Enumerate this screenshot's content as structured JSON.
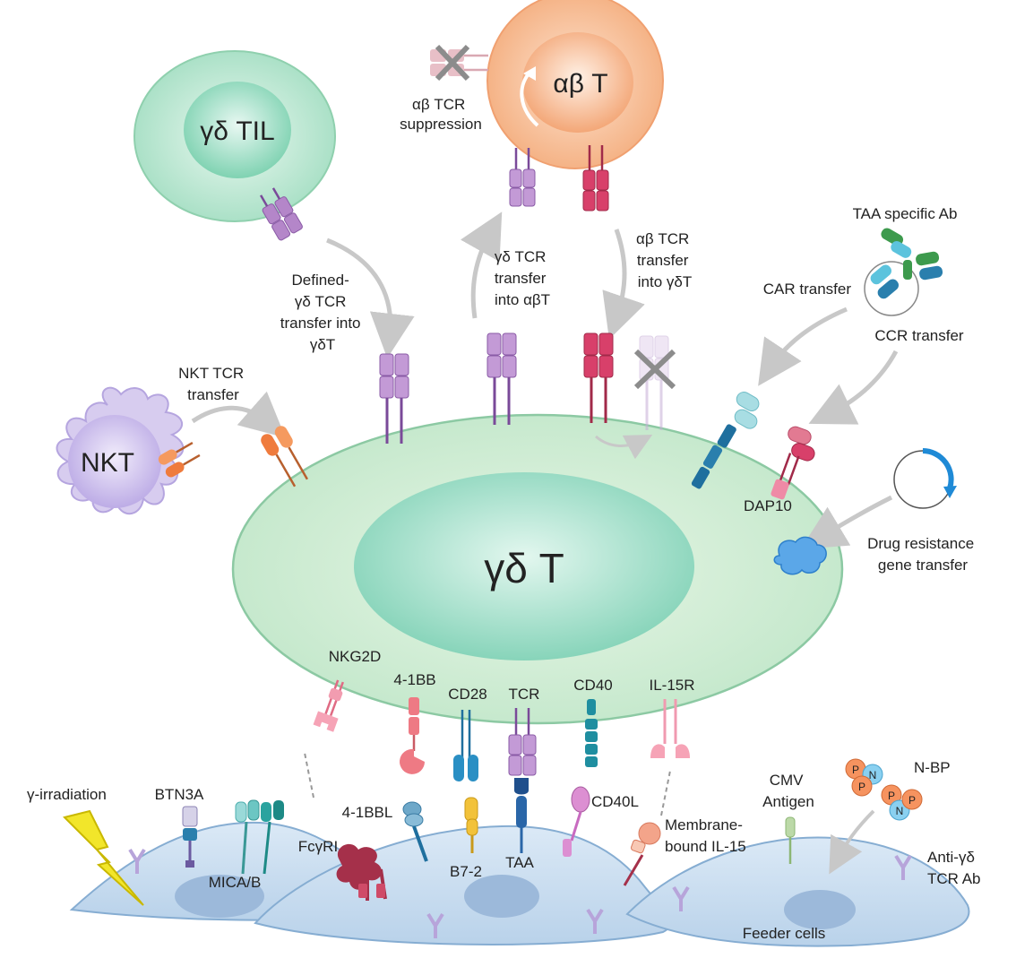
{
  "cells": {
    "gd_til": "γδ TIL",
    "ab_t": "αβ T",
    "nkt": "NKT",
    "gd_t": "γδ T"
  },
  "labels": {
    "ab_tcr_suppression": [
      "αβ TCR",
      "suppression"
    ],
    "defined_gd_tcr": [
      "Defined-",
      "γδ TCR",
      "transfer into",
      "γδT"
    ],
    "gd_tcr_into_ab": [
      "γδ TCR",
      "transfer",
      "into αβT"
    ],
    "ab_tcr_into_gd": [
      "αβ TCR",
      "transfer",
      "into γδT"
    ],
    "taa_specific_ab": "TAA specific Ab",
    "car_transfer": "CAR transfer",
    "ccr_transfer": "CCR transfer",
    "nkt_tcr_transfer": [
      "NKT TCR",
      "transfer"
    ],
    "dap10": "DAP10",
    "drug_resistance": [
      "Drug resistance",
      "gene transfer"
    ],
    "nkg2d": "NKG2D",
    "four_1bb": "4-1BB",
    "cd28": "CD28",
    "tcr": "TCR",
    "cd40": "CD40",
    "il15r": "IL-15R",
    "gamma_irradiation": "γ-irradiation",
    "btn3a": "BTN3A",
    "mica_b": "MICA/B",
    "fcgri": "FcγRI",
    "four_1bbl": "4-1BBL",
    "b7_2": "B7-2",
    "taa": "TAA",
    "cd40l": "CD40L",
    "membrane_il15": [
      "Membrane-",
      "bound IL-15"
    ],
    "cmv_antigen": [
      "CMV",
      "Antigen"
    ],
    "n_bp": "N-BP",
    "anti_gd_tcr_ab": [
      "Anti-γδ",
      "TCR Ab"
    ],
    "feeder_cells": "Feeder cells"
  },
  "nbp_ball_letters": [
    "P",
    "N",
    "P",
    "P",
    "N",
    "P"
  ],
  "colors": {
    "gd_cell": "#cfe9cf",
    "gd_nucleus": "#9fd9c4",
    "ab_cell": "#f6b98d",
    "til_cell": "#a9e1c6",
    "nkt_cell": "#c9bde8",
    "feeder": "#b9d3ea",
    "purple_tcr": "#b486c9",
    "red_tcr": "#cc3a5d",
    "orange_tcr": "#ef7b3d",
    "grey_arrow": "#c8c8c8"
  }
}
